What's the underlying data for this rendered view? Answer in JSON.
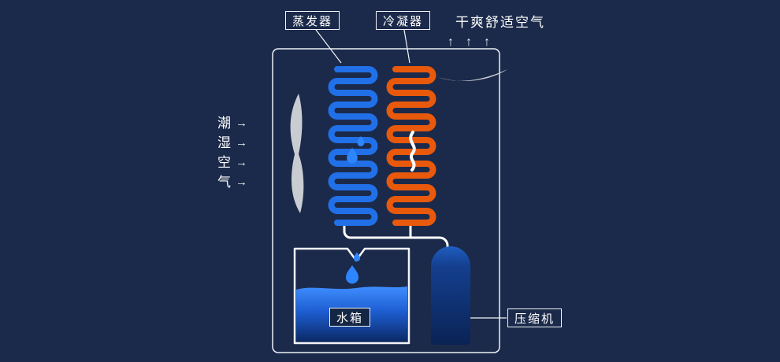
{
  "diagram": {
    "title": "dehumidifier-working-principle",
    "labels": {
      "evaporator": "蒸发器",
      "condenser": "冷凝器",
      "dry_air": "干爽舒适空气",
      "tank": "水箱",
      "compressor": "压缩机",
      "arrow_up": "↑",
      "arrow_right": "→",
      "humid_air": [
        "潮",
        "湿",
        "空",
        "气"
      ]
    },
    "colors": {
      "background": "#1b2a4a",
      "evaporator_coil": "#2170e8",
      "condenser_coil": "#e8590c",
      "water": "#2e7ff2",
      "compressor_body": "#0f3577",
      "pipe": "#ffffff",
      "fan_blade": "#c9ccd1",
      "text": "#ffffff"
    }
  }
}
